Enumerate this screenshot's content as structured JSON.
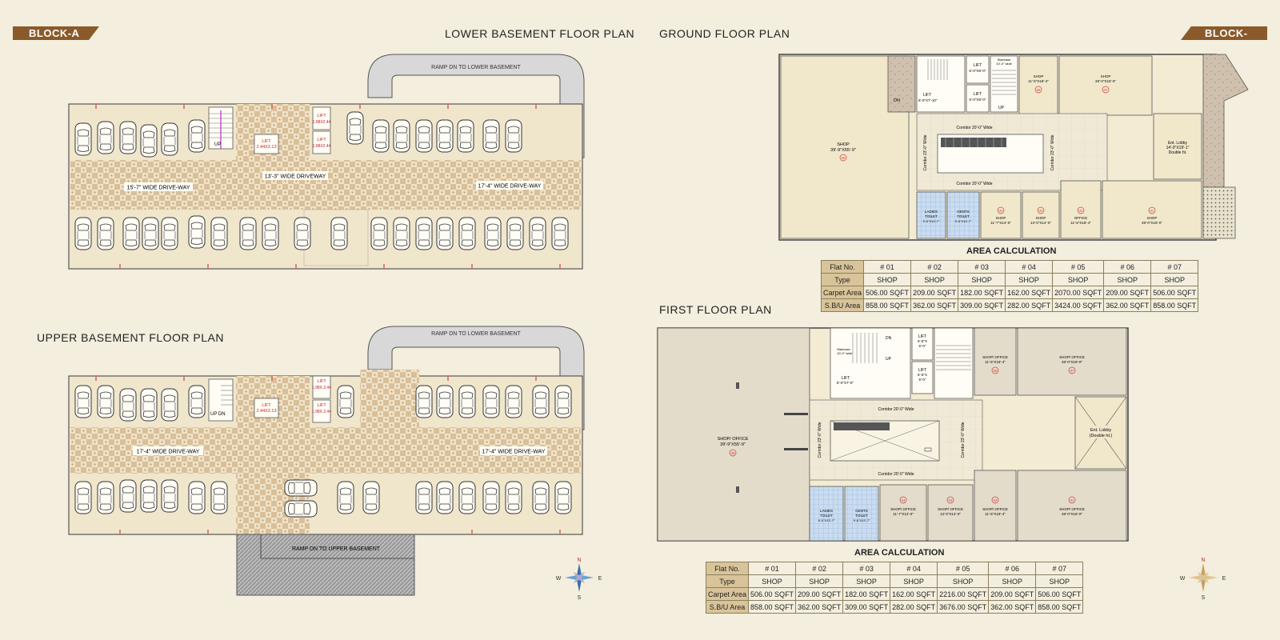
{
  "badges": {
    "left": "BLOCK-A",
    "right": "BLOCK-A"
  },
  "plans": {
    "lower_basement": {
      "title": "LOWER BASEMENT  FLOOR PLAN",
      "ramp": "RAMP DN TO LOWER BASEMENT",
      "drive_left": "15'-7\" WIDE DRIVE-WAY",
      "drive_mid": "13'-3\" WIDE DRIVEWAY",
      "drive_right": "17'-4\" WIDE DRIVE-WAY",
      "lift1": "LIFT",
      "lift1_size": "2.44X2.13",
      "lift2": "LIFT",
      "lift2_size": "1.98X2.44",
      "lift3": "LIFT",
      "lift3_size": "1.98X2.44",
      "up": "UP"
    },
    "upper_basement": {
      "title": "UPPER BASEMENT  FLOOR PLAN",
      "ramp_top": "RAMP DN TO LOWER BASEMENT",
      "ramp_bottom": "RAMP DN TO UPPER BASEMENT",
      "drive_left": "17'-4\" WIDE DRIVE-WAY",
      "drive_right": "17'-4\" WIDE DRIVE-WAY",
      "lift1": "LIFT",
      "lift1_size": "2.44X2.13",
      "lift2": "LIFT",
      "lift2_size": "1.98X 2.44",
      "lift3": "LIFT",
      "lift3_size": "1.98X 2.44",
      "up_dn": "UP  DN"
    },
    "ground": {
      "title": "GROUND FLOOR  PLAN",
      "shop05": "SHOP",
      "shop05_size": "39'-9\"X55'-9\"",
      "shop05_num": "05",
      "corridor_top": "Corridor 20'-0\" Wide",
      "corridor_bottom": "Corridor 20'-0\" Wide",
      "corridor_left": "Corridor 23'-0\" Wide",
      "corridor_right": "Corridor 23'-0\" Wide",
      "lift_a": "LIFT",
      "lift_a_size": "6'-0\"X8'-0\"",
      "lift_b": "LIFT",
      "lift_b_size": "6'-0\"X8'-0\"",
      "lift_c": "LIFT",
      "lift_c_size": "8'-0\"X7'-10\"",
      "staircase": "Staircase",
      "staircase_size": "10'-0\" wide",
      "shop06": "SHOP",
      "shop06_size": "11'-5\"X18'-4\"",
      "shop06_num": "06",
      "shop07": "SHOP",
      "shop07_size": "28'-0\"X18'-0\"",
      "shop07_num": "07",
      "lobby": "Ent. Lobby",
      "lobby_size": "14'-0\"X19'-1\"",
      "lobby_note": "Double ht.",
      "ladies": "LADIES",
      "ladies_toilet": "TOILET",
      "ladies_size": "9'-0\"X13'-7\"",
      "gents": "GENTS",
      "gents_toilet": "TOILET",
      "gents_size": "9'-6\"X13'-7\"",
      "shop04": "SHOP",
      "shop04_size": "11'-7\"X14'-0\"",
      "shop04_num": "04",
      "shop03": "SHOP",
      "shop03_size": "13'-0\"X14'-0\"",
      "shop03_num": "03",
      "shop02": "OFFICE",
      "shop02_size": "11'-5\"X18'-4\"",
      "shop02_num": "02",
      "shop01": "SHOP",
      "shop01_size": "28'-0\"X18'-0\"",
      "shop01_num": "01",
      "dn": "DN",
      "up": "UP"
    },
    "first": {
      "title": "FIRST FLOOR  PLAN",
      "office05": "SHOP/ OFFICE",
      "office05_size": "39'-9\"X55'-9\"",
      "office05_num": "05",
      "corridor_top": "Corridor 20'-0\" Wide",
      "corridor_bottom": "Corridor 20'-0\" Wide",
      "corridor_left": "Corridor 23'-0\" Wide",
      "corridor_right": "Corridor 23'-0\" Wide",
      "lift_a": "LIFT",
      "lift_a_size": "6'-6\"X",
      "lift_a_size2": "6'-0\"",
      "lift_b": "LIFT",
      "lift_b_size": "6'-6\"X",
      "lift_b_size2": "6'-0\"",
      "lift_c": "LIFT",
      "lift_c_size": "8'-0\"X7'-0\"",
      "staircase": "Staircase",
      "staircase_size": "10'-0\" wide",
      "office06": "SHOP/ OFFICE",
      "office06_size": "11'-5\"X18'-4\"",
      "office06_num": "06",
      "office07": "SHOP/ OFFICE",
      "office07_size": "28'-0\"X18'-0\"",
      "office07_num": "07",
      "lobby": "Ent. Lobby",
      "lobby_note": "(Double ht.)",
      "ladies": "LADIES",
      "ladies_toilet": "TOILET",
      "ladies_size": "9'-0\"X13'-7\"",
      "gents": "GENTS",
      "gents_toilet": "TOILET",
      "gents_size": "9'-6\"X13'-7\"",
      "office04": "SHOP/ OFFICE",
      "office04_size": "11'-7\"X14'-0\"",
      "office04_num": "04",
      "office03": "SHOP/ OFFICE",
      "office03_size": "13'-0\"X14'-0\"",
      "office03_num": "03",
      "office02": "SHOP/ OFFICE",
      "office02_size": "11'-5\"X18'-4\"",
      "office02_num": "02",
      "office01": "SHOP/ OFFICE",
      "office01_size": "28'-0\"X18'-0\"",
      "office01_num": "01",
      "dn": "DN",
      "up": "UP"
    }
  },
  "ground_area": {
    "title": "AREA CALCULATION",
    "header": [
      "Flat No.",
      "# 01",
      "# 02",
      "# 03",
      "# 04",
      "# 05",
      "# 06",
      "# 07"
    ],
    "rows": [
      [
        "Type",
        "SHOP",
        "SHOP",
        "SHOP",
        "SHOP",
        "SHOP",
        "SHOP",
        "SHOP"
      ],
      [
        "Carpet Area",
        "506.00 SQFT",
        "209.00 SQFT",
        "182.00 SQFT",
        "162.00 SQFT",
        "2070.00 SQFT",
        "209.00 SQFT",
        "506.00 SQFT"
      ],
      [
        "S.B/U Area",
        "858.00 SQFT",
        "362.00 SQFT",
        "309.00 SQFT",
        "282.00 SQFT",
        "3424.00 SQFT",
        "362.00 SQFT",
        "858.00 SQFT"
      ]
    ]
  },
  "first_area": {
    "title": "AREA CALCULATION",
    "header": [
      "Flat No.",
      "# 01",
      "# 02",
      "# 03",
      "# 04",
      "# 05",
      "# 06",
      "# 07"
    ],
    "rows": [
      [
        "Type",
        "SHOP",
        "SHOP",
        "SHOP",
        "SHOP",
        "SHOP",
        "SHOP",
        "SHOP"
      ],
      [
        "Carpet Area",
        "506.00 SQFT",
        "209.00 SQFT",
        "182.00 SQFT",
        "162.00 SQFT",
        "2216.00 SQFT",
        "209.00 SQFT",
        "506.00 SQFT"
      ],
      [
        "S.B/U Area",
        "858.00 SQFT",
        "362.00 SQFT",
        "309.00 SQFT",
        "282.00 SQFT",
        "3676.00 SQFT",
        "362.00 SQFT",
        "858.00 SQFT"
      ]
    ]
  },
  "compass": {
    "n": "N",
    "s": "S",
    "e": "E",
    "w": "W"
  }
}
